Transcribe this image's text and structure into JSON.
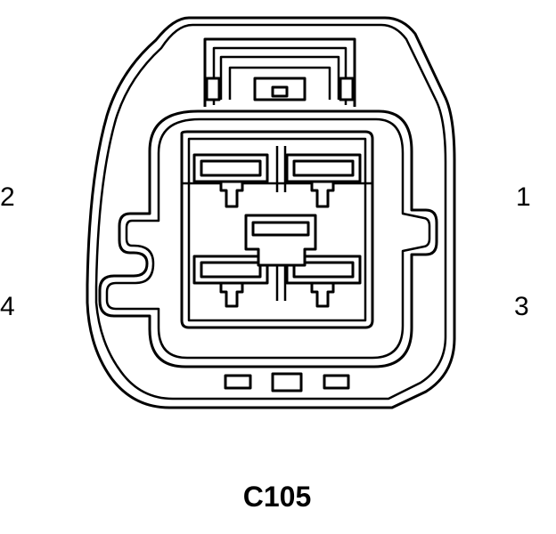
{
  "connector": {
    "name": "C105",
    "pins": [
      {
        "number": "1"
      },
      {
        "number": "2"
      },
      {
        "number": "3"
      },
      {
        "number": "4"
      }
    ]
  }
}
